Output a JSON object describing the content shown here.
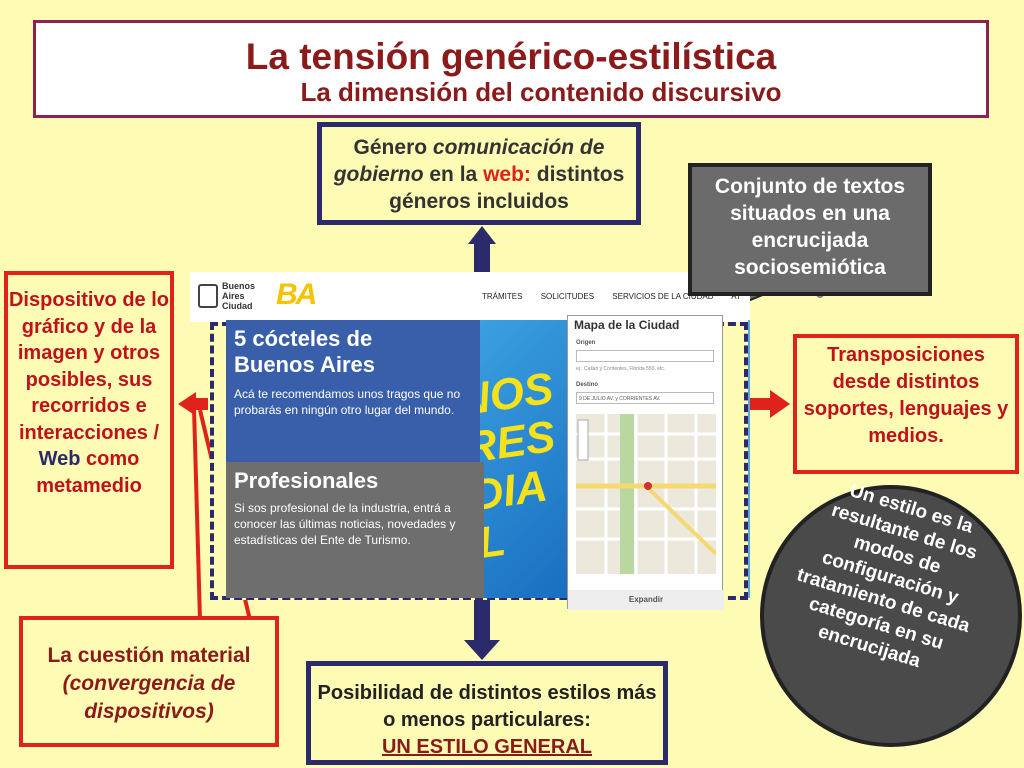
{
  "title": {
    "main": "La tensión genérico-estilística",
    "sub": "La dimensión del contenido discursivo"
  },
  "genero": {
    "t1": "Género ",
    "t2": "comunicación de gobierno",
    "t3": " en la ",
    "t4": "web:",
    "t5": " distintos géneros incluidos"
  },
  "conjunto": "Conjunto de textos situados en una encrucijada sociosemiótica",
  "dispositivo": {
    "t1": "Dispositivo de lo gráfico y de la imagen y otros posibles, sus recorridos e interacciones / ",
    "t2": "Web",
    "t3": " como metamedio"
  },
  "transposiciones": "Transposiciones desde distintos soportes, lenguajes y medios.",
  "cuestion": {
    "t1": "La cuestión material",
    "t2": "(convergencia de dispositivos)"
  },
  "posibilidad": {
    "t1": "Posibilidad de distintos estilos más o menos particulares:",
    "t2": "UN ESTILO GENERAL"
  },
  "estilo": "Un estilo es la resultante de los modos de configuración y tratamiento de cada categoría en su encrucijada",
  "website": {
    "logo_text": "Buenos Aires Ciudad",
    "logo_ba": "BA",
    "nav": [
      "TRÁMITES",
      "SOLICITUDES",
      "SERVICIOS DE LA CIUDAD",
      "AT"
    ],
    "card1_title": "5 cócteles de Buenos Aires",
    "card1_text": "Acá te recomendamos unos tragos que no probarás en ningún otro lugar del mundo.",
    "card2_title": "Profesionales",
    "card2_text": "Si sos profesional de la industria, entrá a conocer las últimas noticias, novedades y estadísticas del Ente de Turismo.",
    "banner_text": "NOS RES DIAL",
    "map_title": "Mapa de la Ciudad",
    "origen_label": "Origen",
    "origen_hint": "ej.: Callao y Corrientes, Florida 550, etc.",
    "destino_label": "Destino",
    "destino_value": "9 DE JULIO AV. y CORRIENTES AV.",
    "expandir": "Expandir"
  },
  "colors": {
    "background": "#fdfbb4",
    "red": "#e0221c",
    "navy": "#2b2a6b",
    "title_red": "#8b1a1a"
  }
}
